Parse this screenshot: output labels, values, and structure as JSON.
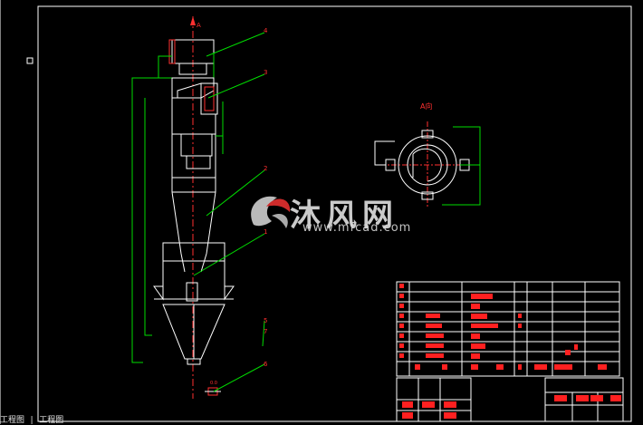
{
  "drawing": {
    "view_label": "A向",
    "arrow_label": "A",
    "balloons": [
      "4",
      "3",
      "2",
      "1",
      "5",
      "7",
      "6"
    ],
    "small_note": "0.0"
  },
  "watermark": {
    "cn_text": "沐风网",
    "url": "www.mfcad.com",
    "logo": "mfcad-logo"
  },
  "footer": {
    "text": "工程图 | 工程图"
  },
  "colors": {
    "background": "#000000",
    "linework": "#ffffff",
    "leader": "#00ff00",
    "text": "#ff0000"
  }
}
